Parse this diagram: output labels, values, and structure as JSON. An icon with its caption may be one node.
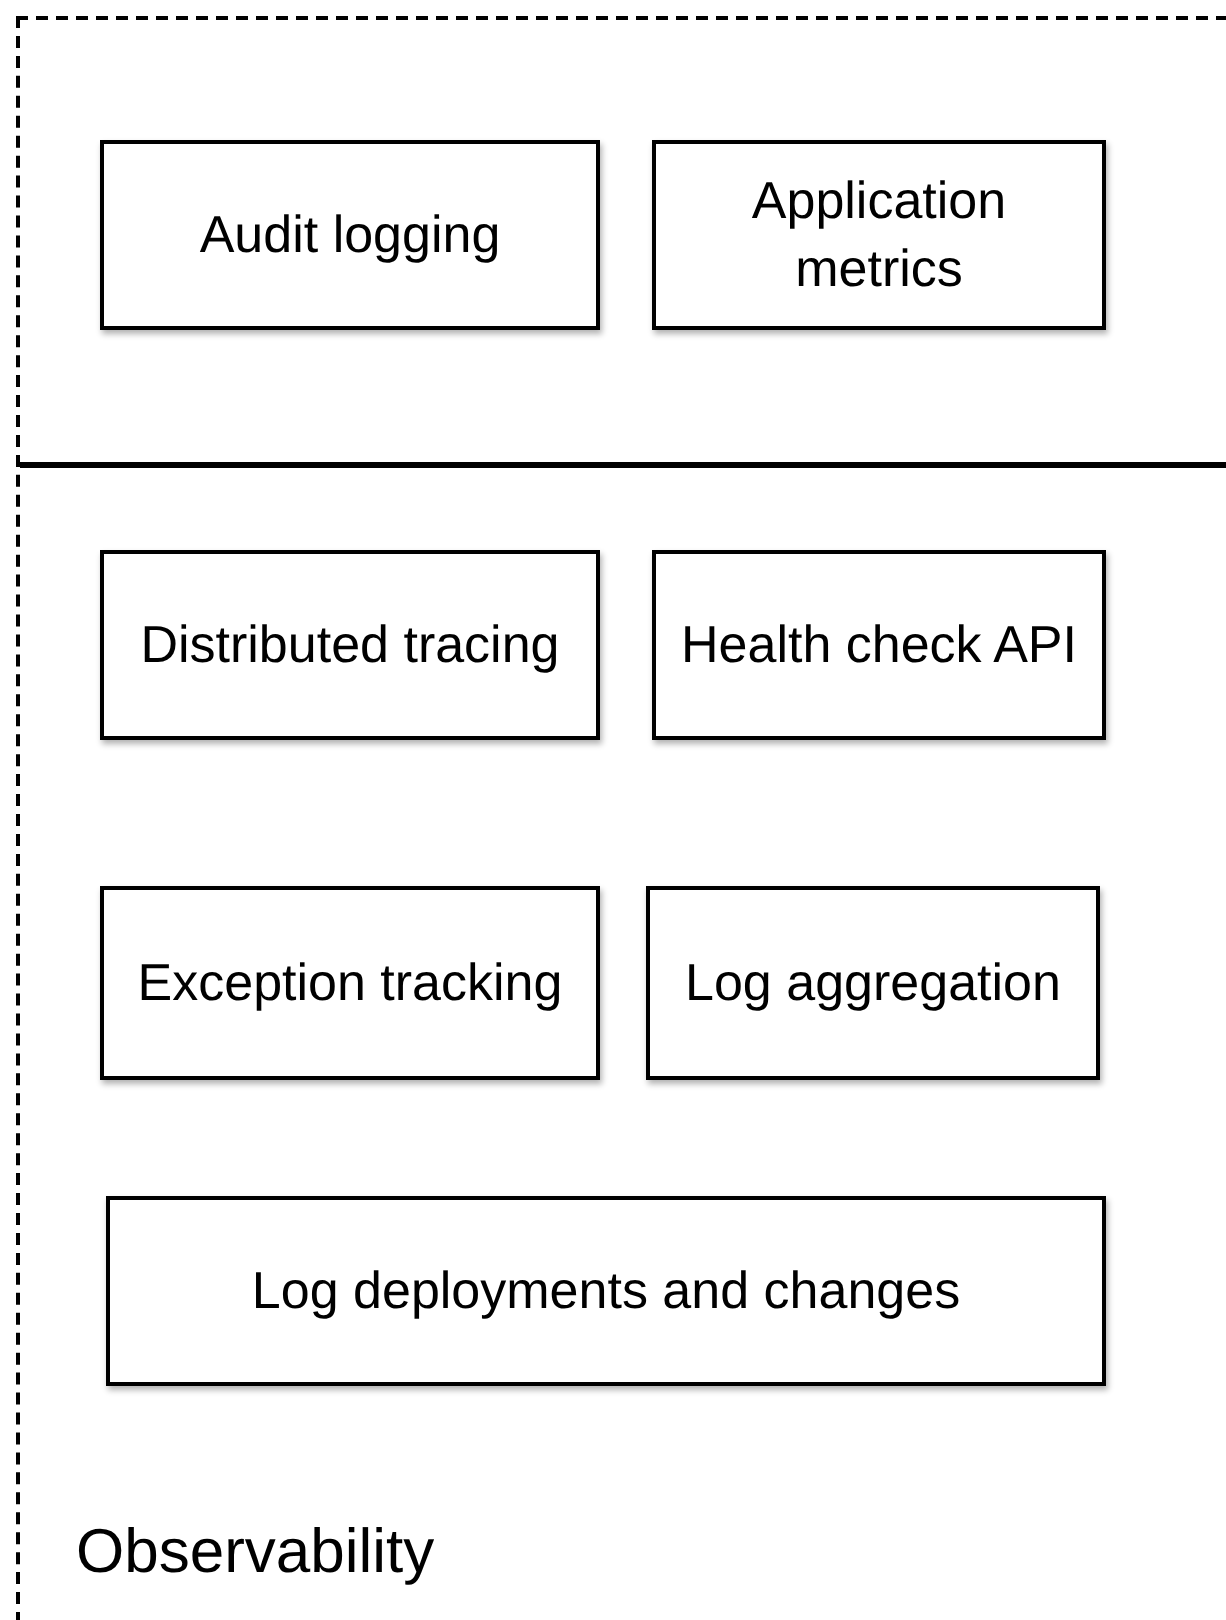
{
  "diagram": {
    "nodes": [
      {
        "text": [
          "Observability"
        ]
      },
      {
        "text": [
          "Audit logging"
        ],
        "in": 0
      },
      {
        "text": [
          "Application metrics"
        ],
        "in": 0
      },
      {
        "text": [
          "Distributed tracing"
        ],
        "in": 0
      },
      {
        "text": [
          "Health check API"
        ],
        "in": 0
      },
      {
        "text": [
          "Exception tracking"
        ],
        "in": 0
      },
      {
        "text": [
          "Log aggregation"
        ],
        "in": 0
      },
      {
        "text": [
          "Log deployments and changes"
        ],
        "in": 0
      }
    ]
  }
}
